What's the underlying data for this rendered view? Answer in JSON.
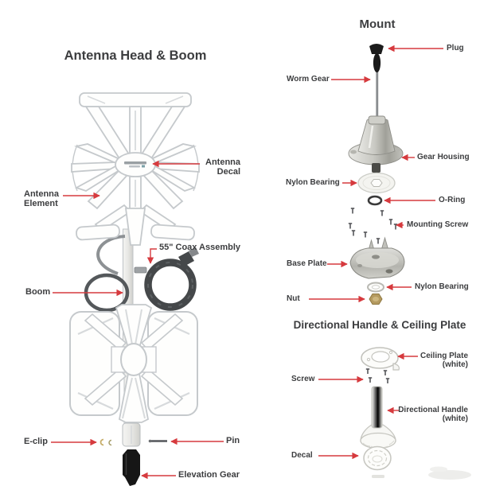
{
  "colors": {
    "arrow_red": "#d63a3e",
    "label_text": "#3c3d3f",
    "part_outline": "#c5c9cc",
    "metal": "#b9b9b3",
    "nut_brass": "#b49a60",
    "elevation_gear_black": "#161616"
  },
  "sections": {
    "antenna_head_boom": {
      "title": "Antenna Head & Boom",
      "labels": {
        "antenna_decal": "Antenna Decal",
        "antenna_element": "Antenna Element",
        "coax_assembly": "55\" Coax Assembly",
        "boom": "Boom",
        "e_clip": "E-clip",
        "pin": "Pin",
        "elevation_gear": "Elevation Gear"
      }
    },
    "mount": {
      "title": "Mount",
      "labels": {
        "plug": "Plug",
        "worm_gear": "Worm Gear",
        "gear_housing": "Gear Housing",
        "nylon_bearing_upper": "Nylon Bearing",
        "o_ring": "O-Ring",
        "mounting_screw": "Mounting Screw",
        "base_plate": "Base Plate",
        "nylon_bearing_lower": "Nylon Bearing",
        "nut": "Nut"
      }
    },
    "directional_handle_ceiling_plate": {
      "title": "Directional Handle & Ceiling Plate",
      "labels": {
        "ceiling_plate": "Ceiling Plate",
        "ceiling_plate_note": "(white)",
        "screw": "Screw",
        "directional_handle": "Directional Handle",
        "directional_handle_note": "(white)",
        "decal": "Decal"
      }
    }
  }
}
